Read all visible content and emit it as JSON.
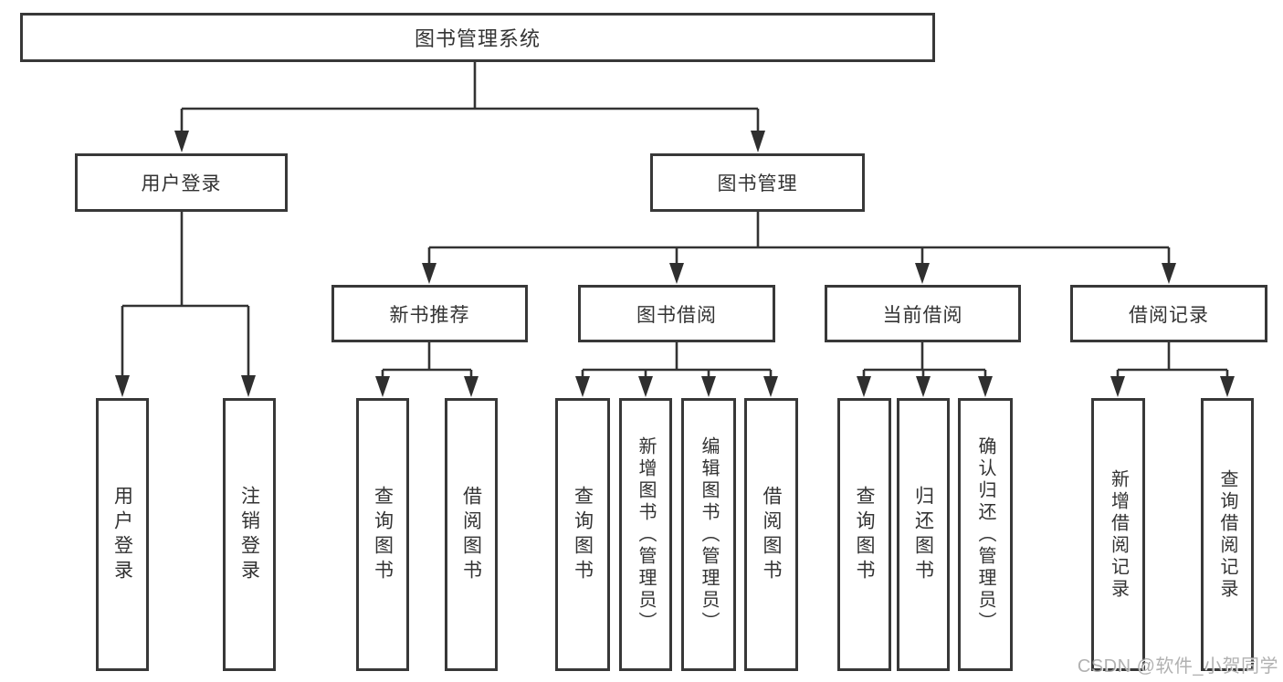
{
  "root": {
    "label": "图书管理系统"
  },
  "level2": [
    {
      "label": "用户登录"
    },
    {
      "label": "图书管理"
    }
  ],
  "level3": [
    {
      "label": "新书推荐"
    },
    {
      "label": "图书借阅"
    },
    {
      "label": "当前借阅"
    },
    {
      "label": "借阅记录"
    }
  ],
  "level4": {
    "user_login": [
      "用户登录",
      "注销登录"
    ],
    "new_books": [
      "查询图书",
      "借阅图书"
    ],
    "book_borrow": [
      "查询图书",
      "新增图书（管理员）",
      "编辑图书（管理员）",
      "借阅图书"
    ],
    "current_borrow": [
      "查询图书",
      "归还图书",
      "确认归还（管理员）"
    ],
    "borrow_records": [
      "新增借阅记录",
      "查询借阅记录"
    ]
  },
  "watermark": {
    "text": "CSDN @软件_小贺同学"
  },
  "colors": {
    "box_border": "#383838",
    "connector_line": "#333333",
    "text": "#333333",
    "watermark": "#9e9e9e",
    "background": "#ffffff"
  }
}
